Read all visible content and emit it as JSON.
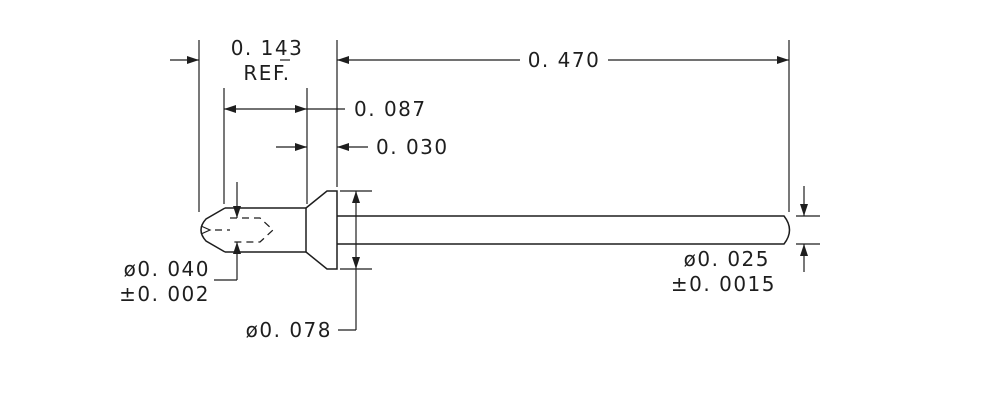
{
  "dimensions": {
    "head_length": "0. 143",
    "head_length_ref": "REF.",
    "overall_length": "0. 470",
    "body_length": "0. 087",
    "flange_thickness": "0. 030",
    "tip_diameter": "ø0. 040",
    "tip_diameter_tol": "±0. 002",
    "flange_diameter": "ø0. 078",
    "pin_diameter": "ø0. 025",
    "pin_diameter_tol": "±0. 0015"
  }
}
